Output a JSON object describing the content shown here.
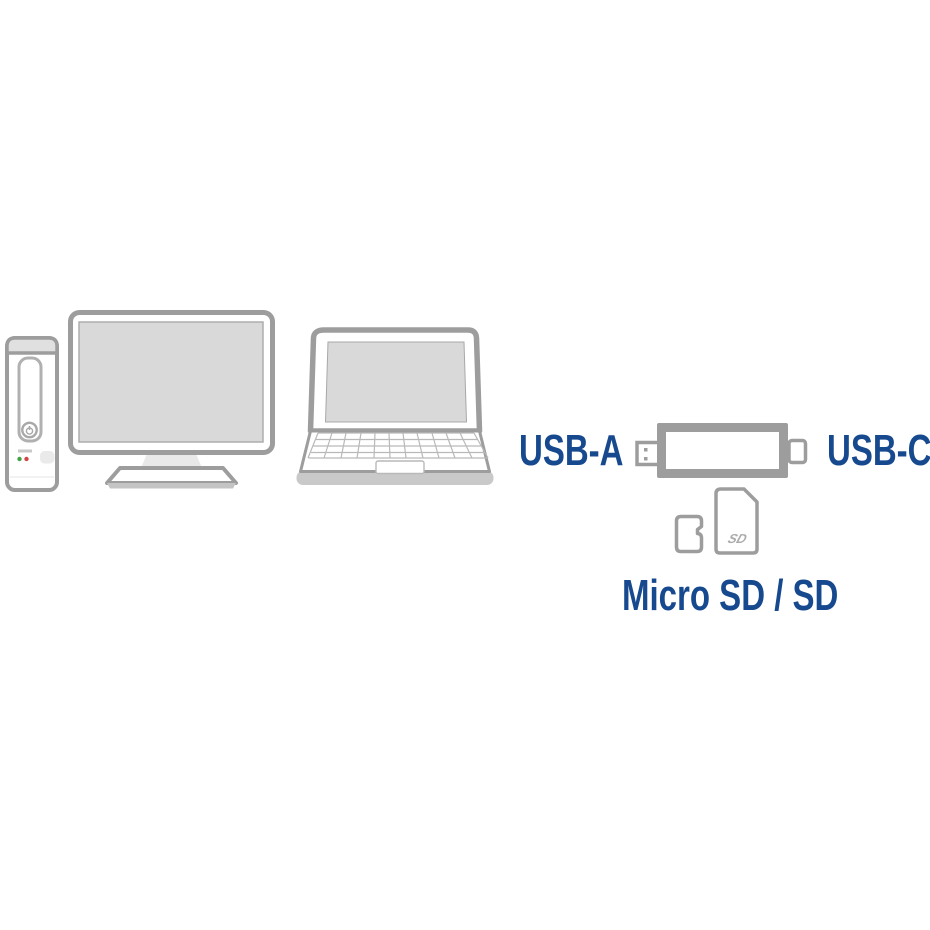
{
  "background": "#ffffff",
  "labels": {
    "usb_a": "USB-A",
    "usb_c": "USB-C",
    "micro_sd_sd": "Micro SD / SD",
    "text_color": "#17498f"
  },
  "card_reader": {
    "sd_logo": "SD"
  },
  "devices": [
    {
      "name": "pc-tower"
    },
    {
      "name": "monitor"
    },
    {
      "name": "laptop"
    },
    {
      "name": "card-reader"
    },
    {
      "name": "micro-sd-card"
    },
    {
      "name": "sd-card"
    }
  ],
  "colors": {
    "outline": "#9d9d9d",
    "screen_fill": "#d9d9d9",
    "device_fill": "#ffffff",
    "accent_gray": "#e0e0e0",
    "shadow_gray": "#c9c9c9",
    "led_green": "#43a047",
    "led_red": "#d64545"
  }
}
